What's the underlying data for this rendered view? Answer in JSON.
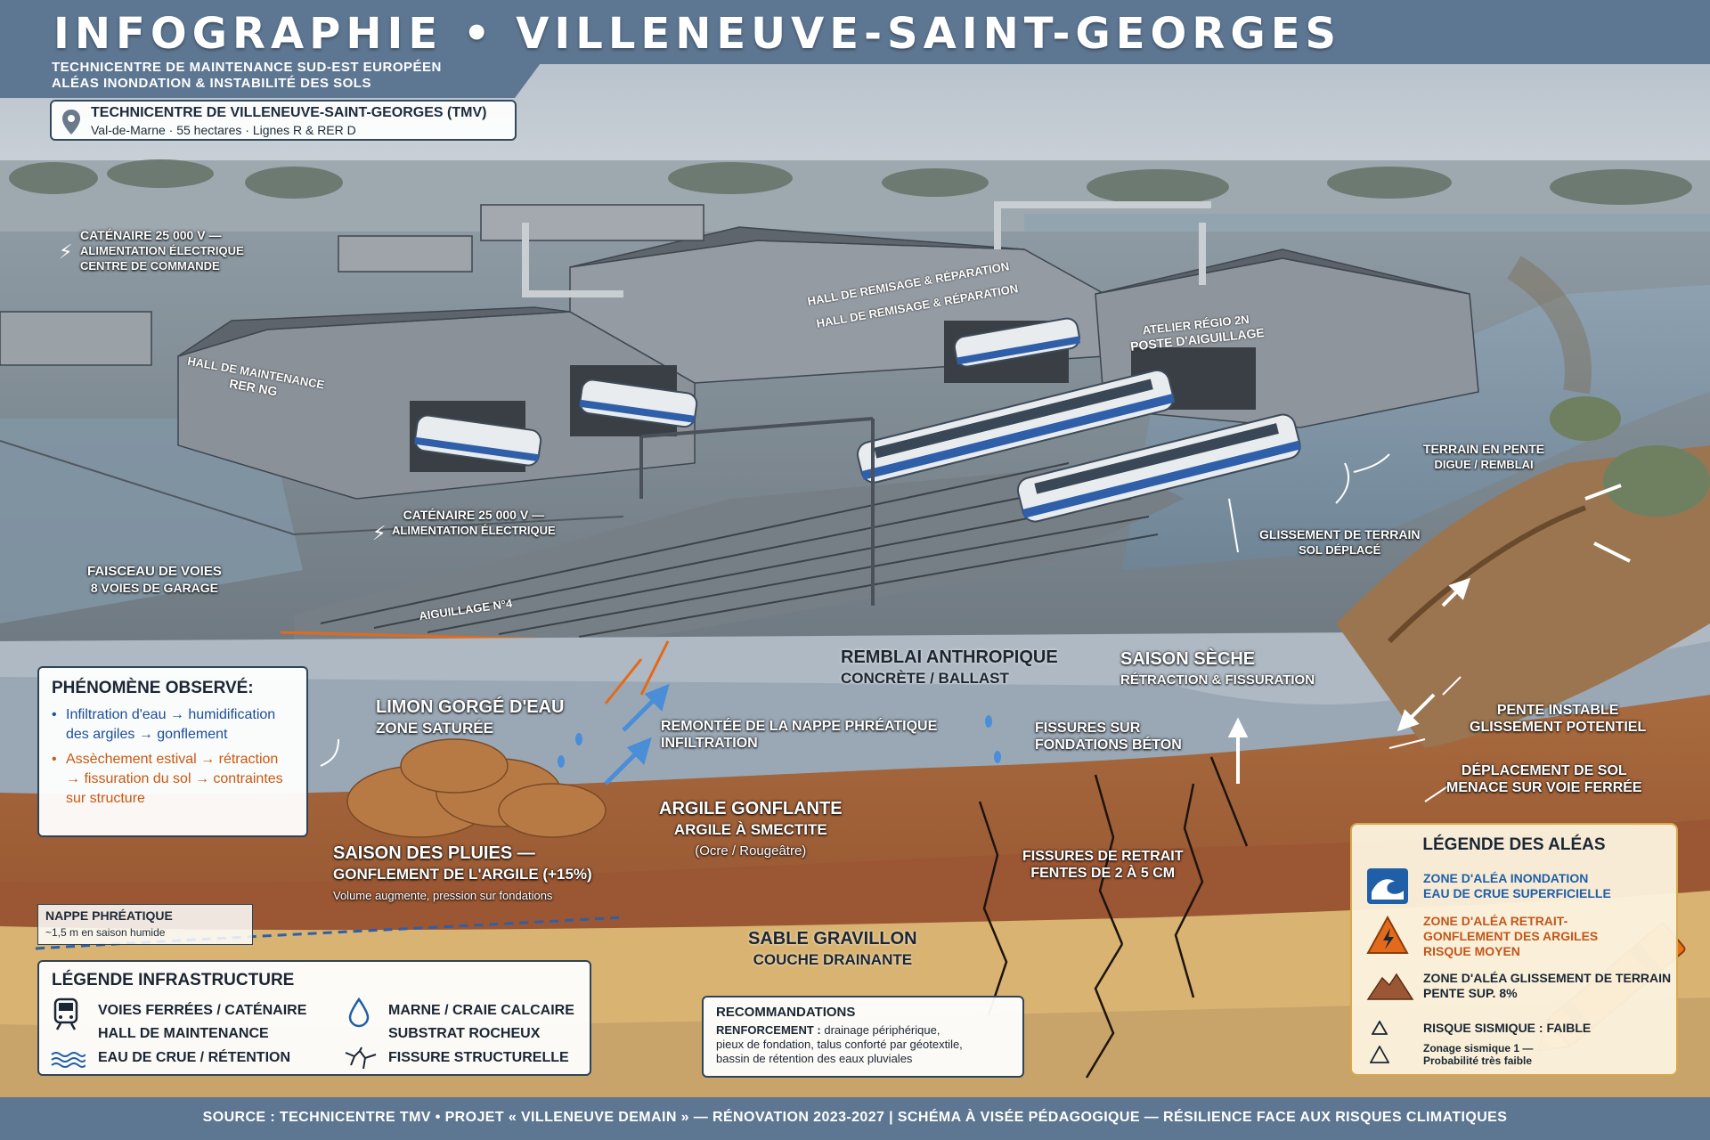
{
  "header": {
    "title": "INFOGRAPHIE • VILLENEUVE-SAINT-GEORGES",
    "subtitle_line1": "TECHNICENTRE DE MAINTENANCE SUD-EST EUROPÉEN",
    "subtitle_line2": "ALÉAS INONDATION & INSTABILITÉ DES SOLS"
  },
  "site": {
    "name": "TECHNICENTRE DE VILLENEUVE-SAINT-GEORGES (TMV)",
    "details": "Val-de-Marne · 55 hectares · Lignes R & RER D"
  },
  "labels": {
    "catenaire_top": [
      "CATÉNAIRE 25 000 V —",
      "ALIMENTATION ÉLECTRIQUE",
      "CENTRE DE COMMANDE"
    ],
    "hall_rer": [
      "HALL DE MAINTENANCE",
      "RER NG"
    ],
    "hall_remisage_a": "HALL DE REMISAGE & RÉPARATION",
    "hall_remisage_b": "HALL DE REMISAGE & RÉPARATION",
    "atelier": [
      "ATELIER RÉGIO 2N",
      "POSTE D'AIGUILLAGE"
    ],
    "terrain_pente": [
      "TERRAIN EN PENTE",
      "DIGUE / REMBLAI"
    ],
    "catenaire_mid": [
      "CATÉNAIRE 25 000 V —",
      "ALIMENTATION ÉLECTRIQUE"
    ],
    "glissement": [
      "GLISSEMENT DE TERRAIN",
      "SOL DÉPLACÉ"
    ],
    "faisceau": [
      "FAISCEAU DE VOIES",
      "8 VOIES DE GARAGE"
    ],
    "aiguillage": "AIGUILLAGE N°4",
    "remblai": [
      "REMBLAI ANTHROPIQUE",
      "CONCRÈTE / BALLAST"
    ],
    "saison_seche": [
      "SAISON SÈCHE",
      "RÉTRACTION & FISSURATION"
    ],
    "limon": [
      "LIMON GORGÉ D'EAU",
      "ZONE SATURÉE"
    ],
    "remontee": [
      "REMONTÉE DE LA NAPPE PHRÉATIQUE",
      "INFILTRATION"
    ],
    "fissures_fond": [
      "FISSURES SUR",
      "FONDATIONS BÉTON"
    ],
    "pente_instable": [
      "PENTE INSTABLE",
      "GLISSEMENT POTENTIEL"
    ],
    "deplacement": [
      "DÉPLACEMENT DE SOL",
      "MENACE SUR VOIE FERRÉE"
    ],
    "argile": [
      "ARGILE GONFLANTE",
      "ARGILE À SMECTITE",
      "(Ocre / Rougeâtre)"
    ],
    "saison_pluies": [
      "SAISON DES PLUIES —",
      "GONFLEMENT DE L'ARGILE (+15%)",
      "Volume augmente, pression sur fondations"
    ],
    "fissures_retrait": [
      "FISSURES DE RETRAIT",
      "FENTES DE 2 À 5 CM"
    ],
    "sable": [
      "SABLE GRAVILLON",
      "COUCHE DRAINANTE"
    ]
  },
  "phenomene": {
    "title": "PHÉNOMÈNE OBSERVÉ:",
    "item1": "Infiltration d'eau → humidification des argiles → gonflement",
    "item2": "Assèchement estival → rétraction → fissuration du sol → contraintes sur structure"
  },
  "nappe": {
    "title": "NAPPE PHRÉATIQUE",
    "detail": "~1,5 m en saison humide"
  },
  "legend_infra": {
    "title": "LÉGENDE INFRASTRUCTURE",
    "items": [
      {
        "label": "VOIES FERRÉES / CATÉNAIRE",
        "icon": "train-icon"
      },
      {
        "label": "HALL DE MAINTENANCE",
        "icon": ""
      },
      {
        "label": "EAU DE CRUE / RÉTENTION",
        "icon": "water-waves-icon"
      },
      {
        "label": "MARNE / CRAIE CALCAIRE",
        "icon": "water-drop-icon"
      },
      {
        "label": "SUBSTRAT ROCHEUX",
        "icon": ""
      },
      {
        "label": "FISSURE STRUCTURELLE",
        "icon": "crack-icon"
      }
    ]
  },
  "recommandations": {
    "title": "RECOMMANDATIONS",
    "key": "RENFORCEMENT :",
    "line1": "drainage périphérique,",
    "line2": "pieux de fondation, talus conforté par géotextile,",
    "line3": "bassin de rétention des eaux pluviales"
  },
  "legend_aleas": {
    "title": "LÉGENDE DES ALÉAS",
    "items": [
      {
        "line1": "ZONE D'ALÉA INONDATION",
        "line2": "EAU DE CRUE SUPERFICIELLE",
        "color": "#1f5fa8",
        "icon": "wave-icon"
      },
      {
        "line1": "ZONE D'ALÉA RETRAIT-",
        "line2": "GONFLEMENT DES ARGILES",
        "line3": "RISQUE MOYEN",
        "color": "#c2561b",
        "icon": "lightning-warning-icon"
      },
      {
        "line1": "ZONE D'ALÉA GLISSEMENT DE TERRAIN",
        "line2": "PENTE SUP. 8%",
        "color": "#1a2633",
        "icon": "landslide-icon"
      },
      {
        "line1": "RISQUE SISMIQUE : FAIBLE",
        "color": "#1a2633",
        "icon": "triangle-icon"
      },
      {
        "line1": "Zonage sismique 1 —",
        "line2": "Probabilité très faible",
        "color": "#1a2633",
        "icon": "triangle-outline-icon"
      }
    ]
  },
  "footer": {
    "text": "SOURCE : TECHNICENTRE TMV • PROJET « VILLENEUVE DEMAIN » — RÉNOVATION 2023-2027 | SCHÉMA À VISÉE PÉDAGOGIQUE — RÉSILIENCE FACE AUX RISQUES CLIMATIQUES"
  },
  "colors": {
    "header": "#5d7692",
    "flood_blue": "#1f5fa8",
    "clay_orange": "#c2561b",
    "accent_orange": "#e36a1b"
  }
}
